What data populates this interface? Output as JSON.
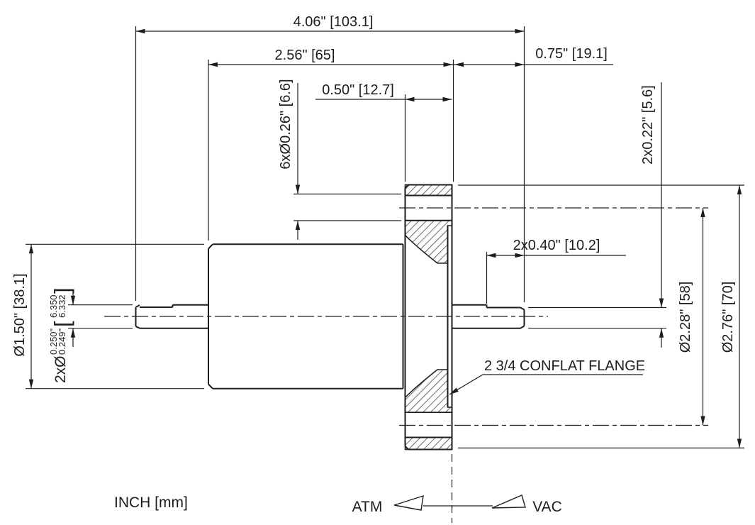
{
  "dimensions": {
    "overall_length": "4.06\" [103.1]",
    "body_to_flange_face": "2.56\" [65]",
    "flange_face_to_tip": "0.75\" [19.1]",
    "flange_thickness": "0.50\" [12.7]",
    "bolt_holes": "6xØ0.26\" [6.6]",
    "shaft_flat_height": "2x0.22\" [5.6]",
    "shaft_flat_length": "2x0.40\" [10.2]",
    "body_diameter": "Ø1.50\" [38.1]",
    "bolt_circle_diameter": "Ø2.28\" [58]",
    "flange_diameter": "Ø2.76\" [70]",
    "shaft_diameter": {
      "prefix": "2xØ",
      "tol_upper": "0.250\"",
      "tol_lower": "0.249\"",
      "bracket_open": "[",
      "mm_upper": "6.350",
      "mm_lower": "6.332",
      "bracket_close": "]"
    }
  },
  "labels": {
    "flange_callout": "2 3/4 CONFLAT FLANGE",
    "units_note": "INCH [mm]",
    "atmosphere_side": "ATM",
    "vacuum_side": "VAC"
  },
  "colors": {
    "line": "#1d1d1d",
    "background": "#ffffff"
  }
}
